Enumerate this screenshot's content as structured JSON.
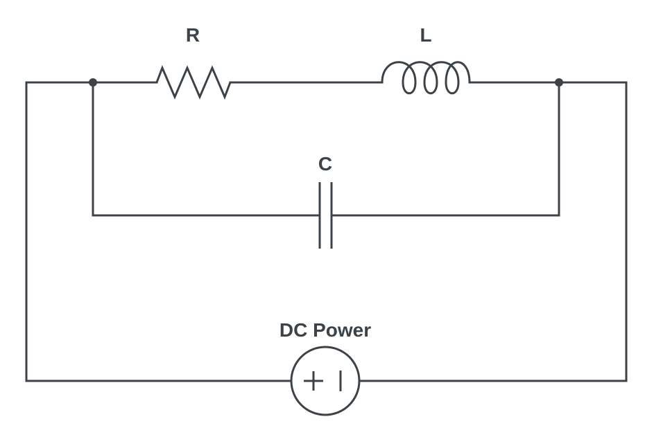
{
  "diagram": {
    "components": {
      "resistor": {
        "label": "R"
      },
      "inductor": {
        "label": "L"
      },
      "capacitor": {
        "label": "C"
      },
      "dc_source": {
        "label": "DC Power",
        "symbol": "+ |"
      }
    },
    "stroke_color": "#3b4248",
    "background_color": "#ffffff"
  }
}
